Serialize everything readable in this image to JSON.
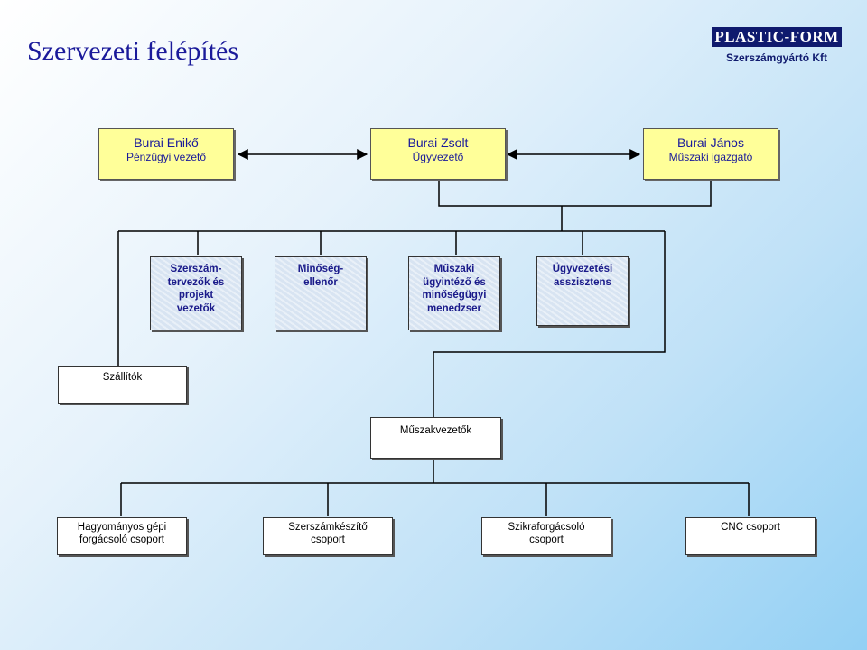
{
  "header": {
    "title": "Szervezeti felépítés",
    "logo_text": "PLASTIC-FORM",
    "logo_subtitle": "Szerszámgyártó Kft"
  },
  "top_row": [
    {
      "name": "Burai Enikő",
      "role": "Pénzügyi  vezető"
    },
    {
      "name": "Burai Zsolt",
      "role": "Ügyvezető"
    },
    {
      "name": "Burai János",
      "role": "Műszaki igazgató"
    }
  ],
  "middle_row": [
    {
      "lines": [
        "Szerszám-",
        "tervezők és",
        "projekt",
        "vezetők"
      ]
    },
    {
      "lines": [
        "Minőség-",
        "ellenőr"
      ]
    },
    {
      "lines": [
        "Műszaki",
        "ügyintéző és",
        "minőségügyi",
        "menedzser"
      ]
    },
    {
      "lines": [
        "Ügyvezetési",
        "asszisztens"
      ]
    }
  ],
  "suppliers": {
    "label": "Szállítók"
  },
  "shift_leaders": {
    "label": "Műszakvezetők"
  },
  "bottom_row": [
    {
      "lines": [
        "Hagyományos gépi",
        "forgácsoló csoport"
      ]
    },
    {
      "lines": [
        "Szerszámkészítő",
        "csoport"
      ]
    },
    {
      "lines": [
        "Szikraforgácsoló",
        "csoport"
      ]
    },
    {
      "lines": [
        "CNC csoport"
      ]
    }
  ],
  "colors": {
    "title": "#1a1a9a",
    "logo_bg": "#0f1a6e",
    "top_box_fill": "#ffff99",
    "middle_box_fill": "#dde8f4",
    "connector": "#000000"
  }
}
